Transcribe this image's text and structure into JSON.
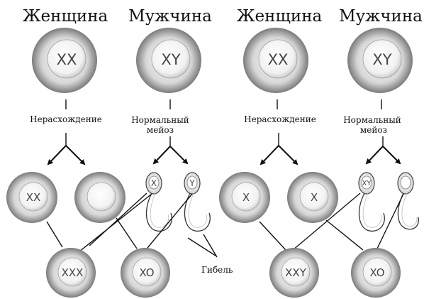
{
  "panels": [
    {
      "female_title": "Женщина",
      "male_title": "Мужчина",
      "female_cell": "XX",
      "male_cell": "XY",
      "female_process": "Нерасхождение",
      "male_process_line1": "Нормальный",
      "male_process_line2": "мейоз",
      "eggs": [
        "XX",
        ""
      ],
      "sperm": [
        "X",
        "Y"
      ],
      "zygotes": [
        "XXX",
        "XO"
      ]
    },
    {
      "female_title": "Женщина",
      "male_title": "Мужчина",
      "female_cell": "XX",
      "male_cell": "XY",
      "female_process": "Нерасхождение",
      "male_process_line1": "Нормальный",
      "male_process_line2": "мейоз",
      "eggs": [
        "X",
        "X"
      ],
      "sperm": [
        "XY",
        ""
      ],
      "zygotes": [
        "XXY",
        "XO"
      ]
    }
  ],
  "death_label": "Гибель"
}
